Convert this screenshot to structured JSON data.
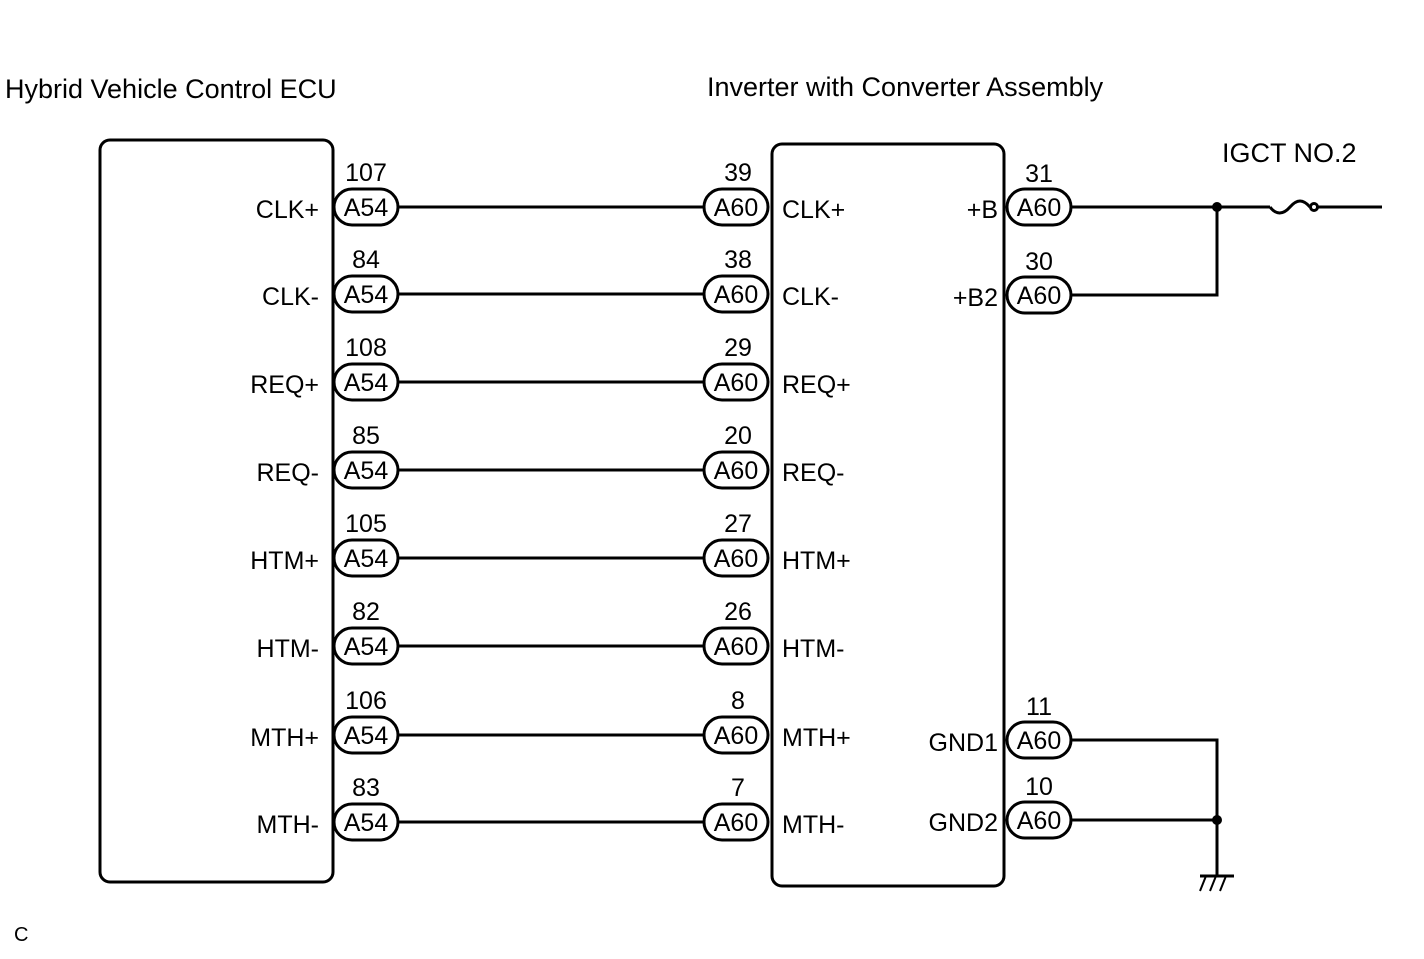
{
  "ecu": {
    "title": "Hybrid Vehicle Control ECU",
    "connector": "A54",
    "pins": [
      {
        "label": "CLK+",
        "num": "107"
      },
      {
        "label": "CLK-",
        "num": "84"
      },
      {
        "label": "REQ+",
        "num": "108"
      },
      {
        "label": "REQ-",
        "num": "85"
      },
      {
        "label": "HTM+",
        "num": "105"
      },
      {
        "label": "HTM-",
        "num": "82"
      },
      {
        "label": "MTH+",
        "num": "106"
      },
      {
        "label": "MTH-",
        "num": "83"
      }
    ]
  },
  "inverter": {
    "title": "Inverter with Converter Assembly",
    "connector": "A60",
    "left_pins": [
      {
        "label": "CLK+",
        "num": "39"
      },
      {
        "label": "CLK-",
        "num": "38"
      },
      {
        "label": "REQ+",
        "num": "29"
      },
      {
        "label": "REQ-",
        "num": "20"
      },
      {
        "label": "HTM+",
        "num": "27"
      },
      {
        "label": "HTM-",
        "num": "26"
      },
      {
        "label": "MTH+",
        "num": "8"
      },
      {
        "label": "MTH-",
        "num": "7"
      }
    ],
    "right_pins": [
      {
        "label": "+B",
        "num": "31"
      },
      {
        "label": "+B2",
        "num": "30"
      },
      {
        "label": "GND1",
        "num": "11"
      },
      {
        "label": "GND2",
        "num": "10"
      }
    ]
  },
  "fuse": {
    "label": "IGCT NO.2"
  },
  "corner_mark": "C"
}
